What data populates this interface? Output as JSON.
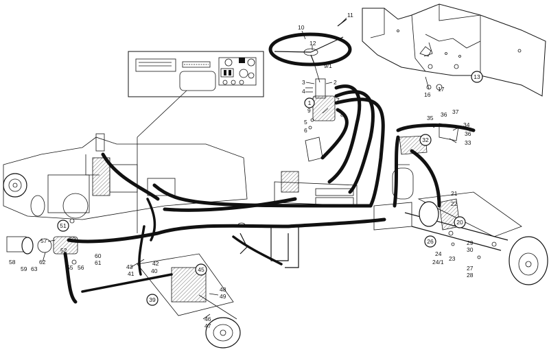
{
  "callouts": [
    {
      "id": "c-11",
      "text": "11"
    },
    {
      "id": "c-10",
      "text": "10"
    },
    {
      "id": "c-12",
      "text": "12"
    },
    {
      "id": "c-9-1",
      "text": "9/1"
    },
    {
      "id": "c-3",
      "text": "3"
    },
    {
      "id": "c-2",
      "text": "2"
    },
    {
      "id": "c-4",
      "text": "4"
    },
    {
      "id": "c-7",
      "text": "7"
    },
    {
      "id": "c-9",
      "text": "9"
    },
    {
      "id": "c-8",
      "text": "8"
    },
    {
      "id": "c-5",
      "text": "5"
    },
    {
      "id": "c-6",
      "text": "6"
    },
    {
      "id": "c-16",
      "text": "16"
    },
    {
      "id": "c-17",
      "text": "17"
    },
    {
      "id": "c-35",
      "text": "35"
    },
    {
      "id": "c-36a",
      "text": "36"
    },
    {
      "id": "c-37",
      "text": "37"
    },
    {
      "id": "c-34",
      "text": "34"
    },
    {
      "id": "c-36b",
      "text": "36"
    },
    {
      "id": "c-33",
      "text": "33"
    },
    {
      "id": "c-21",
      "text": "21"
    },
    {
      "id": "c-22",
      "text": "22"
    },
    {
      "id": "c-29",
      "text": "29"
    },
    {
      "id": "c-30",
      "text": "30"
    },
    {
      "id": "c-24",
      "text": "24"
    },
    {
      "id": "c-23",
      "text": "23"
    },
    {
      "id": "c-24-1",
      "text": "24/1"
    },
    {
      "id": "c-27",
      "text": "27"
    },
    {
      "id": "c-28",
      "text": "28"
    },
    {
      "id": "c-57",
      "text": "57"
    },
    {
      "id": "c-53",
      "text": "53"
    },
    {
      "id": "c-52",
      "text": "52"
    },
    {
      "id": "c-58",
      "text": "58"
    },
    {
      "id": "c-59",
      "text": "59"
    },
    {
      "id": "c-63",
      "text": "63"
    },
    {
      "id": "c-62",
      "text": "62"
    },
    {
      "id": "c-55",
      "text": "55"
    },
    {
      "id": "c-56",
      "text": "56"
    },
    {
      "id": "c-60",
      "text": "60"
    },
    {
      "id": "c-61",
      "text": "61"
    },
    {
      "id": "c-43",
      "text": "43"
    },
    {
      "id": "c-42",
      "text": "42"
    },
    {
      "id": "c-41",
      "text": "41"
    },
    {
      "id": "c-40",
      "text": "40"
    },
    {
      "id": "c-48",
      "text": "48"
    },
    {
      "id": "c-49",
      "text": "49"
    },
    {
      "id": "c-46",
      "text": "46"
    },
    {
      "id": "c-47",
      "text": "47"
    }
  ],
  "circled": [
    {
      "id": "r-1",
      "text": "1"
    },
    {
      "id": "r-13",
      "text": "13"
    },
    {
      "id": "r-32",
      "text": "32"
    },
    {
      "id": "r-20",
      "text": "20"
    },
    {
      "id": "r-26",
      "text": "26"
    },
    {
      "id": "r-51",
      "text": "51"
    },
    {
      "id": "r-45",
      "text": "45"
    },
    {
      "id": "r-39",
      "text": "39"
    }
  ]
}
